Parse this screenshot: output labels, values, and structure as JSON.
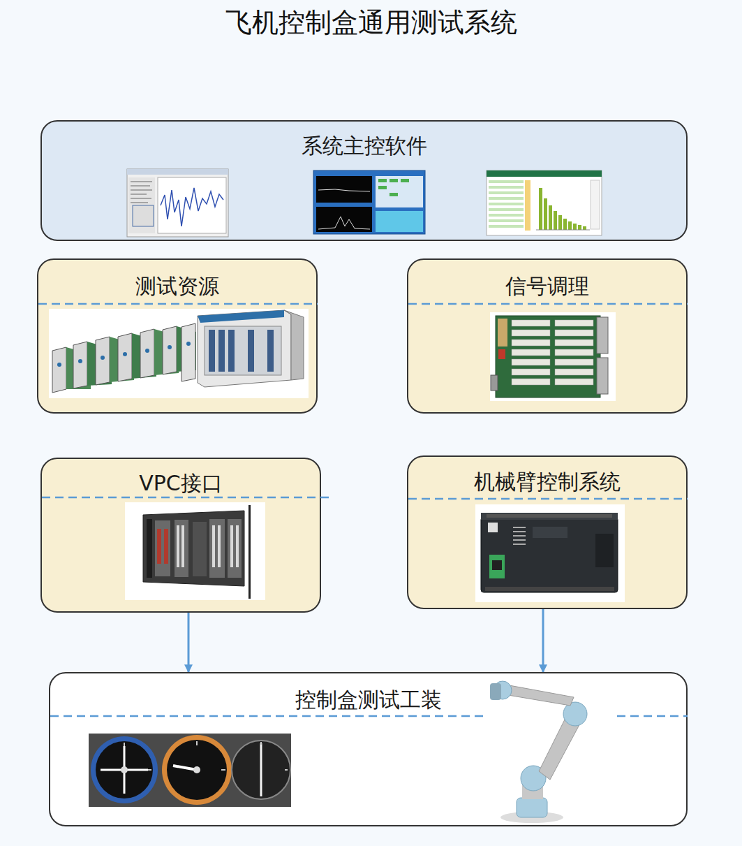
{
  "diagram": {
    "title": "飞机控制盒通用测试系统",
    "nodes": [
      {
        "text": [
          "系统主控软件"
        ]
      },
      {
        "text": [
          "测试资源"
        ]
      },
      {
        "text": [
          "信号调理"
        ]
      },
      {
        "text": [
          "VPC接口"
        ]
      },
      {
        "text": [
          "机械臂控制系统"
        ]
      },
      {
        "text": [
          "控制盒测试工装"
        ]
      }
    ],
    "edges": [
      {
        "from": 3,
        "to": 5,
        "arrow": "to"
      },
      {
        "from": 4,
        "to": 5,
        "arrow": "to"
      }
    ]
  }
}
